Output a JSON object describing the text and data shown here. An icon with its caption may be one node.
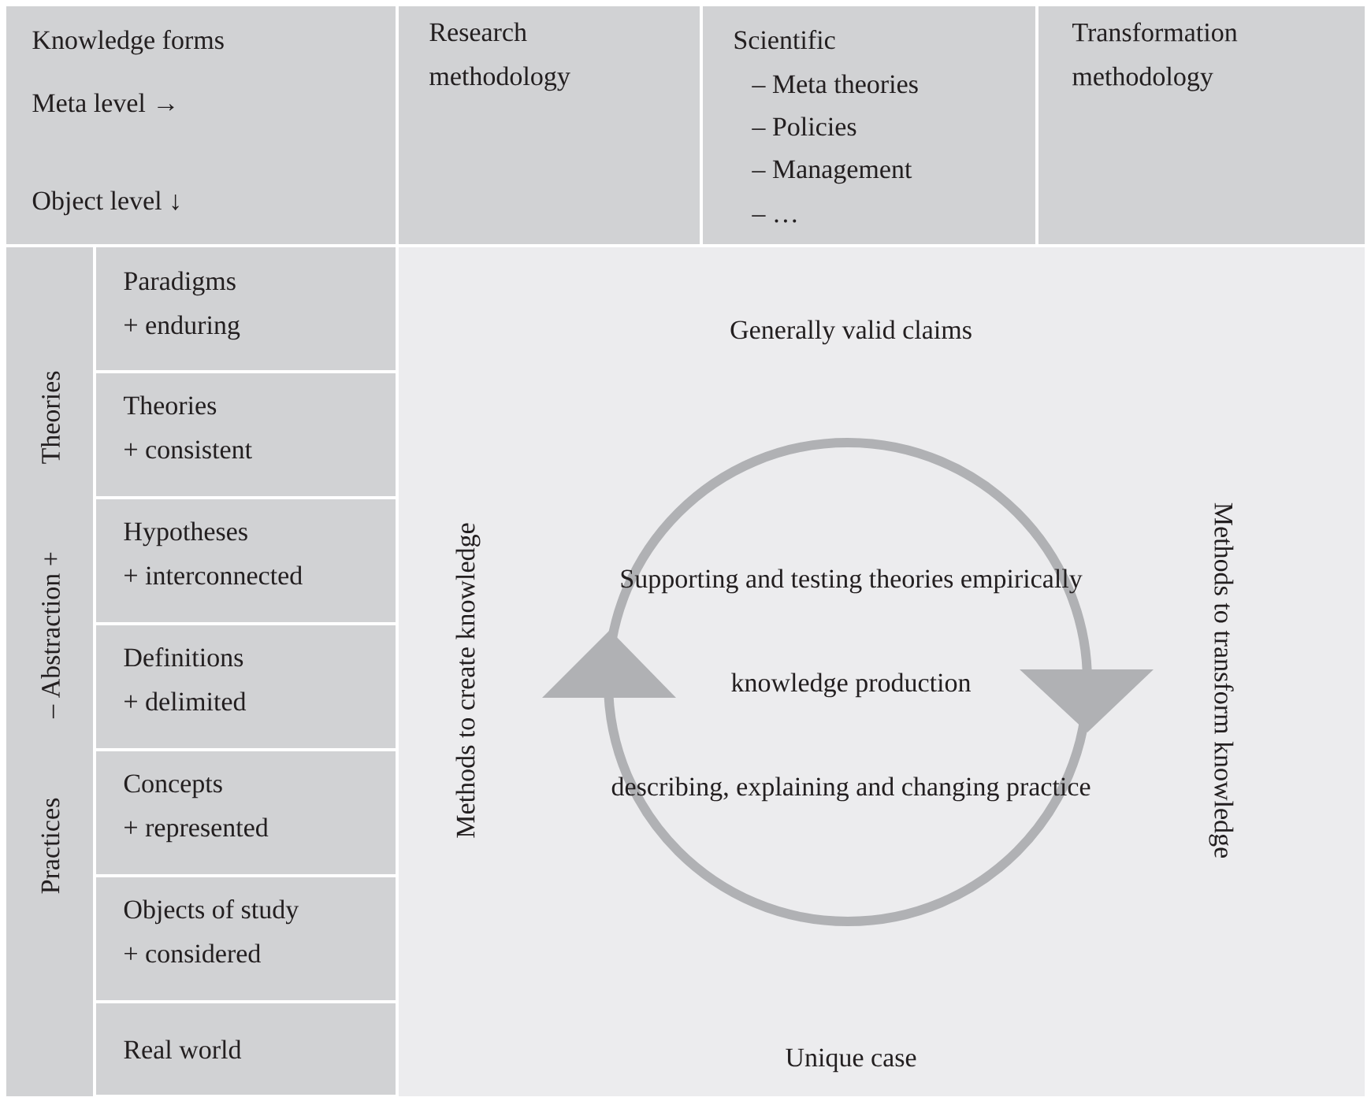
{
  "diagram": {
    "nodes": [
      {
        "text": [
          "Knowledge forms",
          "Meta level →",
          "Object level ↓"
        ]
      },
      {
        "text": [
          "Research methodology"
        ]
      },
      {
        "text": [
          "Scientific",
          "– Meta theories",
          "– Policies",
          "– Management",
          "– …"
        ]
      },
      {
        "text": [
          "Transformation methodology"
        ]
      },
      {
        "text": [
          "Practices",
          "– Abstraction +",
          "Theories"
        ]
      },
      {
        "text": [
          "Paradigms",
          "+ enduring"
        ]
      },
      {
        "text": [
          "Theories",
          "+ consistent"
        ]
      },
      {
        "text": [
          "Hypotheses",
          "+ interconnected"
        ]
      },
      {
        "text": [
          "Definitions",
          "+ delimited"
        ]
      },
      {
        "text": [
          "Concepts",
          "+ represented"
        ]
      },
      {
        "text": [
          "Objects of study",
          "+ considered"
        ]
      },
      {
        "text": [
          "Real world"
        ]
      },
      {
        "text": [
          "Generally valid claims",
          "Methods to create knowledge",
          "Supporting and testing theories empirically",
          "knowledge production",
          "describing, explaining and changing practice",
          "Methods to transform knowledge",
          "Unique case"
        ]
      }
    ]
  }
}
